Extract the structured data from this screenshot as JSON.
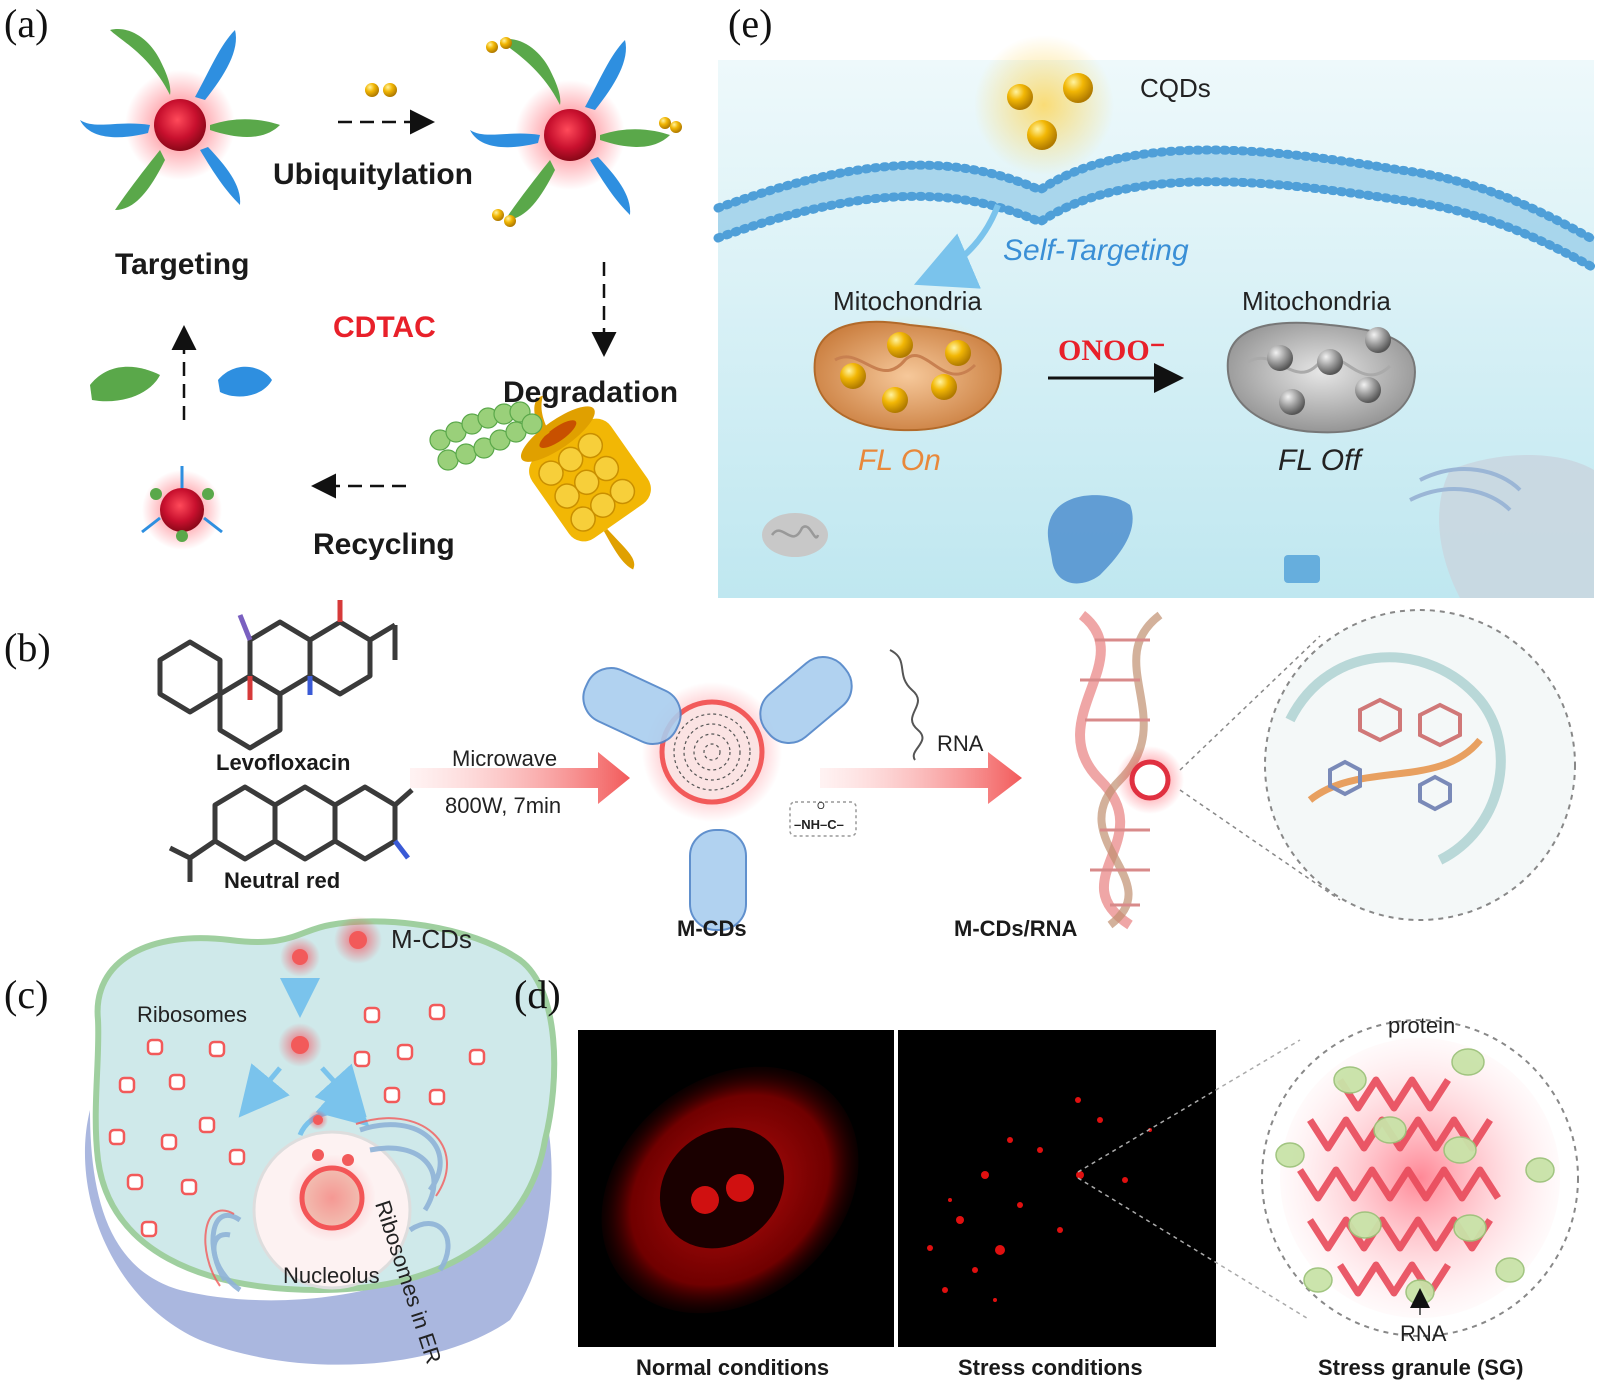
{
  "panels": {
    "a": {
      "tag": "(a)",
      "targeting": "Targeting",
      "ubiquitylation": "Ubiquitylation",
      "cdtac": "CDTAC",
      "degradation": "Degradation",
      "recycling": "Recycling"
    },
    "b": {
      "tag": "(b)",
      "levofloxacin": "Levofloxacin",
      "neutral_red": "Neutral red",
      "microwave": "Microwave",
      "conditions": "800W, 7min",
      "amide": "–NH–C–",
      "amide_o": "O",
      "mcds": "M-CDs",
      "rna": "RNA",
      "mcds_rna": "M-CDs/RNA"
    },
    "c": {
      "tag": "(c)",
      "mcds": "M-CDs",
      "ribosomes": "Ribosomes",
      "ribosomes_er": "Ribosomes in ER",
      "nucleolus": "Nucleolus"
    },
    "d": {
      "tag": "(d)",
      "normal": "Normal conditions",
      "stress": "Stress conditions",
      "sg": "Stress granule (SG)",
      "protein": "protein",
      "rna": "RNA"
    },
    "e": {
      "tag": "(e)",
      "cqds": "CQDs",
      "self_targeting": "Self-Targeting",
      "mito_left": "Mitochondria",
      "mito_right": "Mitochondria",
      "onoo": "ONOO⁻",
      "fl_on": "FL On",
      "fl_off": "FL Off"
    }
  },
  "colors": {
    "red_text": "#e8202a",
    "blue_text": "#3a8fd6",
    "orange_text": "#e8883a",
    "protein_blue": "#2e8fe0",
    "protein_green": "#5aa84a",
    "core_red": "#c8102e",
    "gold": "#f2b705",
    "panel_e_bg": "#d9f2f7"
  }
}
